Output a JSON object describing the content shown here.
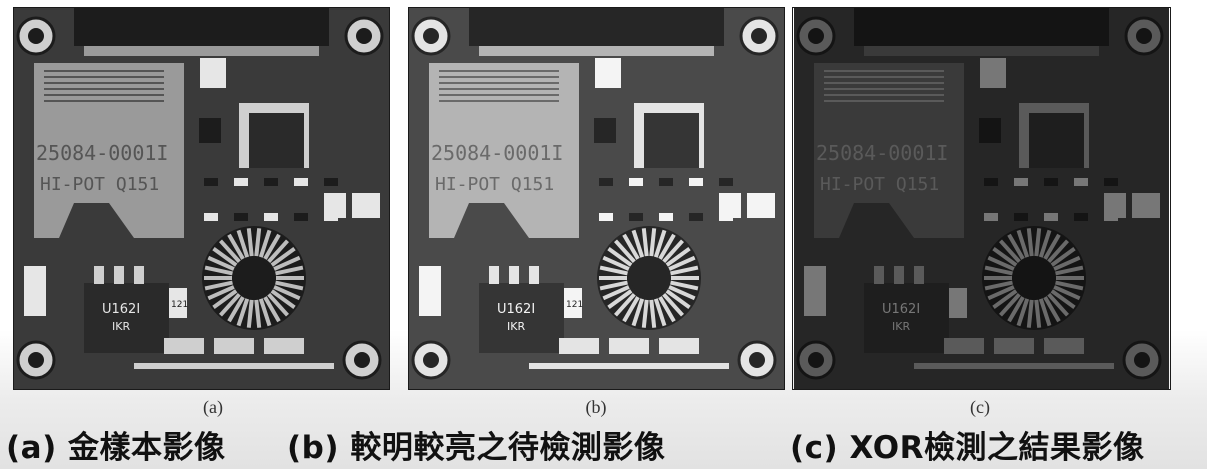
{
  "panels": [
    {
      "id": "a",
      "small_label": "(a)",
      "caption": "(a) 金樣本影像",
      "tone": "normal",
      "board_text": [
        "25084-0001I",
        "HI-POT Q151"
      ],
      "chip_text": [
        "U162I",
        "IKR"
      ],
      "resistor_text": "121"
    },
    {
      "id": "b",
      "small_label": "(b)",
      "caption": "(b) 較明較亮之待檢測影像",
      "tone": "bright",
      "board_text": [
        "25084-0001I",
        "HI-POT Q151"
      ],
      "chip_text": [
        "U162I",
        "IKR"
      ],
      "resistor_text": "121"
    },
    {
      "id": "c",
      "small_label": "(c)",
      "caption": "(c) XOR檢測之結果影像",
      "tone": "dark",
      "board_text": [
        "25084-0001I",
        "HI-POT Q151"
      ],
      "chip_text": [
        "U162I",
        "IKR"
      ],
      "resistor_text": ""
    }
  ]
}
